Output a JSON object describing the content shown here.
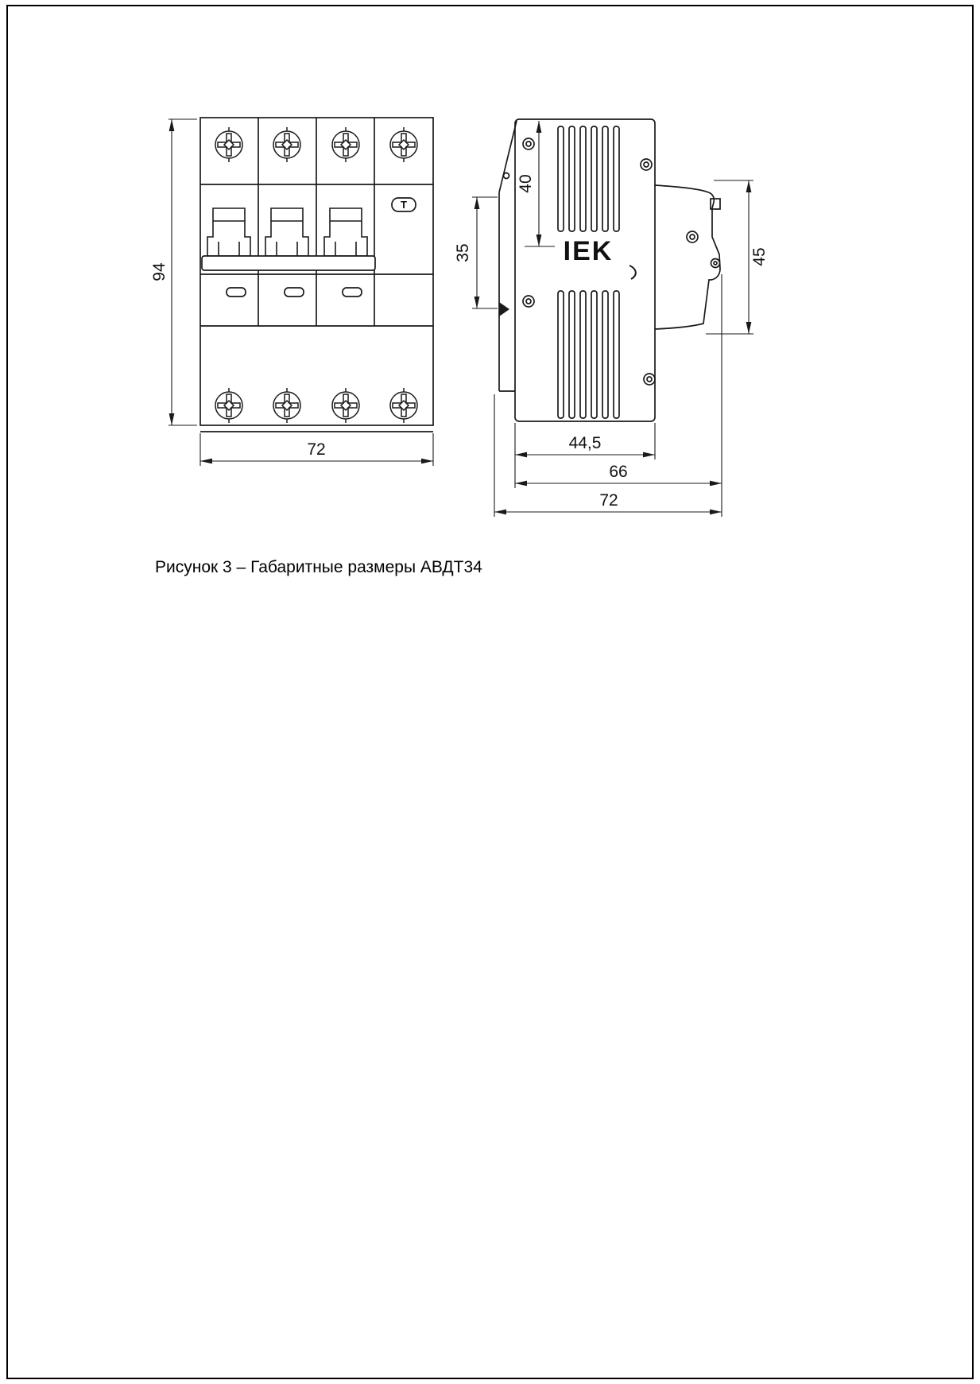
{
  "colors": {
    "line": "#1a1a1a",
    "background": "#ffffff"
  },
  "caption": "Рисунок 3 – Габаритные размеры АВДТ34",
  "front_view": {
    "dim_height": "94",
    "dim_width": "72",
    "test_button_label": "Т"
  },
  "side_view": {
    "brand_logo": "IEK",
    "dim_top_section": "40",
    "dim_front_section": "35",
    "dim_rail_section": "45",
    "dim_body_depth": "44,5",
    "dim_depth_with_latch": "66",
    "dim_total_depth": "72"
  }
}
